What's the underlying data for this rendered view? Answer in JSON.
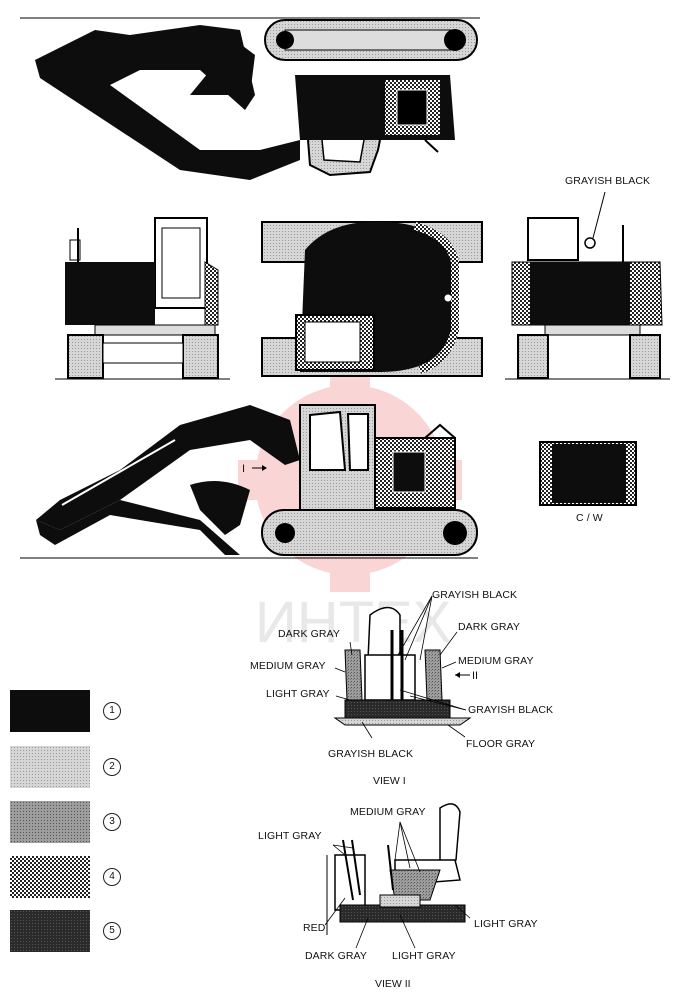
{
  "labels": {
    "cw_top": "GRAYISH BLACK",
    "cw": "C / W",
    "view1_marker": "I",
    "view2_marker": "II",
    "v1_grayish_black_top": "GRAYISH BLACK",
    "v1_dark_gray_left": "DARK GRAY",
    "v1_dark_gray_right": "DARK GRAY",
    "v1_medium_gray_left": "MEDIUM GRAY",
    "v1_medium_gray_right": "MEDIUM GRAY",
    "v1_light_gray": "LIGHT GRAY",
    "v1_grayish_black_right": "GRAYISH BLACK",
    "v1_grayish_black_bottom": "GRAYISH BLACK",
    "v1_floor_gray": "FLOOR GRAY",
    "view1_title": "VIEW  I",
    "v2_medium_gray": "MEDIUM GRAY",
    "v2_light_gray_left": "LIGHT GRAY",
    "v2_light_gray_right": "LIGHT GRAY",
    "v2_red": "RED",
    "v2_dark_gray": "DARK GRAY",
    "v2_light_gray_bottom": "LIGHT GRAY",
    "view2_title": "VIEW  II"
  },
  "legend": [
    {
      "number": "1",
      "color": "#0d0d0d"
    },
    {
      "number": "2",
      "color": "#d4d4d4"
    },
    {
      "number": "3",
      "color": "#9a9a9a"
    },
    {
      "number": "4",
      "color": "#c8c8c8"
    },
    {
      "number": "5",
      "color": "#2e2e2e"
    }
  ],
  "watermark": "ИНТЕХ"
}
